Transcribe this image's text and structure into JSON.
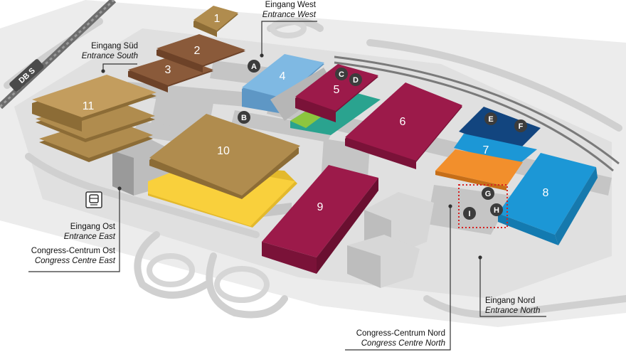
{
  "colors": {
    "ground": "#e8e8e8",
    "road": "#d2d2d2",
    "walkway": "#c4c4c4",
    "gold": "#b08c4e",
    "brown": "#8a5a3a",
    "lightblue": "#7fb9e3",
    "maroon": "#9c1a4a",
    "teal": "#2aa38f",
    "green": "#8cc63f",
    "darkblue": "#12457f",
    "blue": "#1c97d6",
    "orange": "#f28f2c",
    "yellow": "#f9d03c",
    "marker": "#3c3c3c",
    "rail": "#6d6d6d"
  },
  "halls": [
    {
      "id": "1",
      "label": "1",
      "color": "gold"
    },
    {
      "id": "2",
      "label": "2",
      "color": "brown"
    },
    {
      "id": "3",
      "label": "3",
      "color": "brown"
    },
    {
      "id": "4",
      "label": "4",
      "color": "lightblue"
    },
    {
      "id": "5",
      "label": "5",
      "color": "maroon"
    },
    {
      "id": "6",
      "label": "6",
      "color": "maroon"
    },
    {
      "id": "7",
      "label": "7",
      "color": "blue"
    },
    {
      "id": "8",
      "label": "8",
      "color": "blue"
    },
    {
      "id": "9",
      "label": "9",
      "color": "maroon"
    },
    {
      "id": "10",
      "label": "10",
      "color": "gold"
    },
    {
      "id": "11",
      "label": "11",
      "color": "gold"
    }
  ],
  "markers": [
    "A",
    "B",
    "C",
    "D",
    "E",
    "F",
    "G",
    "H",
    "I"
  ],
  "station_badge": "DB S",
  "icons": {
    "tram": "tram-icon",
    "rail": "railway-icon",
    "highlight": "dotted-highlight-box"
  },
  "entrances": {
    "west": {
      "de": "Eingang West",
      "en": "Entrance West"
    },
    "south": {
      "de": "Eingang Süd",
      "en": "Entrance South"
    },
    "east": {
      "de": "Eingang Ost",
      "en": "Entrance East"
    },
    "cc_east": {
      "de": "Congress-Centrum Ost",
      "en": "Congress Centre East"
    },
    "north": {
      "de": "Eingang Nord",
      "en": "Entrance North"
    },
    "cc_north": {
      "de": "Congress-Centrum Nord",
      "en": "Congress Centre North"
    }
  }
}
